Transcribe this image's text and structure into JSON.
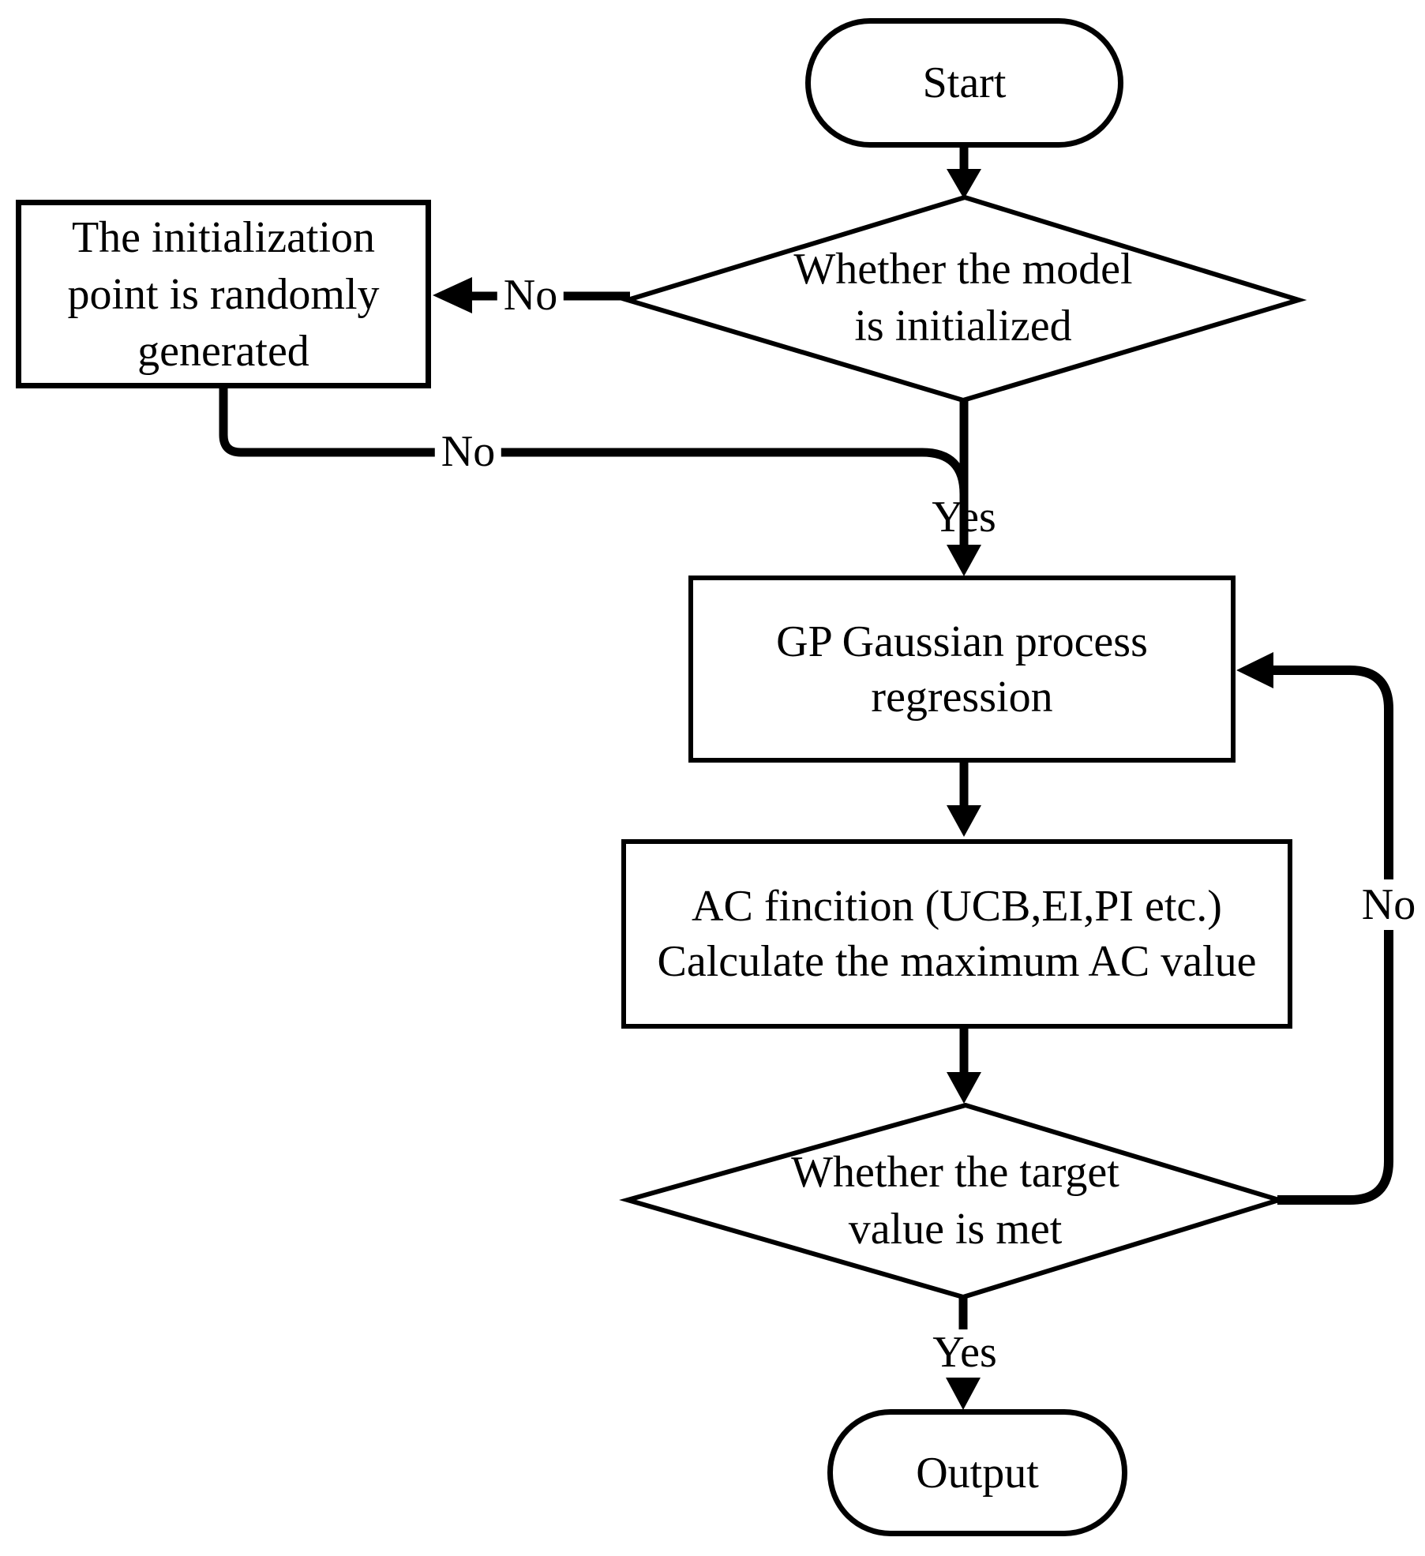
{
  "flowchart": {
    "background": "#ffffff",
    "stroke_color": "#000000",
    "nodes": {
      "start": {
        "label": "Start"
      },
      "decision_model": {
        "line1": "Whether the model",
        "line2": "is initialized"
      },
      "init_box": {
        "line1": "The initialization",
        "line2": "point is randomly",
        "line3": "generated"
      },
      "gp_box": {
        "line1": "GP Gaussian process",
        "line2": "regression"
      },
      "ac_box": {
        "line1": "AC fincition (UCB,EI,PI etc.)",
        "line2": "Calculate the maximum AC value"
      },
      "decision_target": {
        "line1": "Whether the target",
        "line2": "value is met"
      },
      "output": {
        "label": "Output"
      }
    },
    "labels": {
      "no_to_init_box": "No",
      "no_merge_path": "No",
      "yes_model": "Yes",
      "no_loop": "No",
      "yes_target": "Yes"
    }
  }
}
